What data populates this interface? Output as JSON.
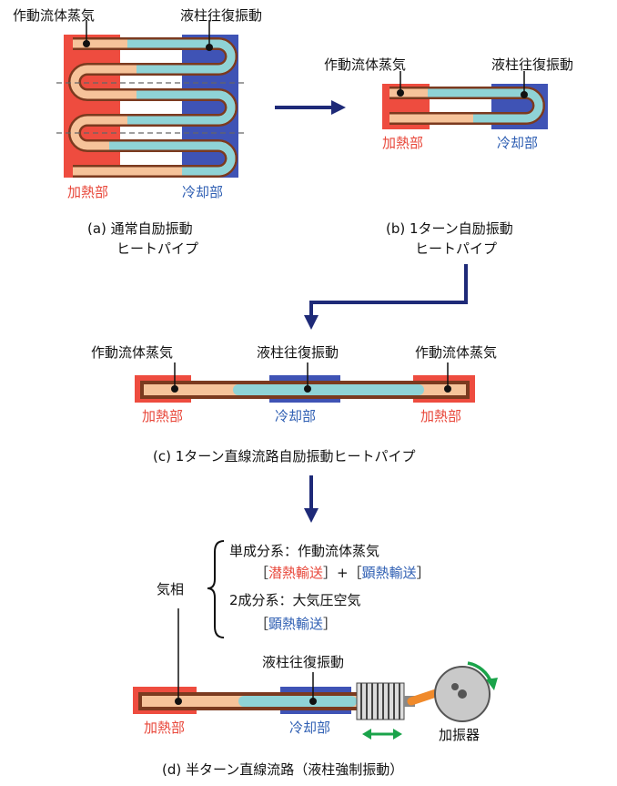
{
  "colors": {
    "heater": "#ee4c3f",
    "cooler": "#3f53b5",
    "tube_wall": "#7b3a1f",
    "vapor": "#f6c39a",
    "liquid": "#8fd3d6",
    "arrow": "#1e2a78",
    "motion_arrow": "#1aa34a",
    "heat_text": "#e8473a",
    "cool_text": "#2f5fb3"
  },
  "panel_a": {
    "vapor_label": "作動流体蒸気",
    "oscillation_label": "液柱往復振動",
    "heater_label": "加熱部",
    "cooler_label": "冷却部",
    "caption_line1": "(a) 通常自励振動",
    "caption_line2": "ヒートパイプ"
  },
  "panel_b": {
    "vapor_label": "作動流体蒸気",
    "oscillation_label": "液柱往復振動",
    "heater_label": "加熱部",
    "cooler_label": "冷却部",
    "caption_line1": "(b) 1ターン自励振動",
    "caption_line2": "ヒートパイプ"
  },
  "panel_c": {
    "vapor_left_label": "作動流体蒸気",
    "oscillation_label": "液柱往復振動",
    "vapor_right_label": "作動流体蒸気",
    "heater_left_label": "加熱部",
    "cooler_label": "冷却部",
    "heater_right_label": "加熱部",
    "caption": "(c) 1ターン直線流路自励振動ヒートパイプ"
  },
  "panel_d": {
    "gas_phase_label": "気相",
    "single_component": "単成分系：作動流体蒸気",
    "bracket_open_1": "［",
    "latent_heat": "潜熱輸送",
    "bracket_close_1": "］+［",
    "sensible_heat_1": "顕熱輸送",
    "bracket_close_2": "］",
    "two_component": "2成分系：大気圧空気",
    "bracket_open_3": "［",
    "sensible_heat_2": "顕熱輸送",
    "bracket_close_3": "］",
    "oscillation_label": "液柱往復振動",
    "heater_label": "加熱部",
    "cooler_label": "冷却部",
    "exciter_label": "加振器",
    "caption": "(d) 半ターン直線流路（液柱強制振動）"
  }
}
